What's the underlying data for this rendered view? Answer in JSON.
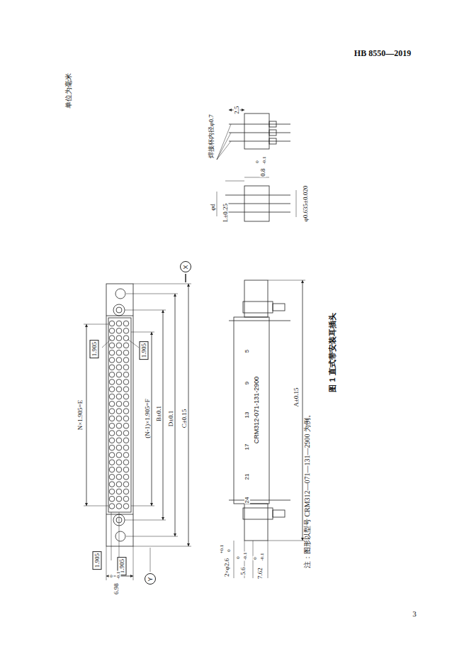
{
  "diagram": {
    "caption": "图 1 直式带安装耳插头",
    "nodes": [
      {
        "text": [
          "X"
        ]
      },
      {
        "text": [
          "Y"
        ]
      }
    ],
    "labels": [
      "HB 8550—2019",
      "单位为毫米",
      "焊接杯内径φ0.7",
      "2.5",
      "0.8",
      "0",
      "-0.1",
      "φd",
      "L±0.25",
      "φ0.635±0.020",
      "1.905",
      "N×1.905=E",
      "1.905",
      "(N-1)×1.905=F",
      "B±0.1",
      "D±0.1",
      "C±0.15",
      "1.905",
      "1.905",
      "6.98",
      "0",
      "-0.1",
      "5",
      "9",
      "13",
      "17",
      "21",
      "24",
      "CRM312-071-131-2900",
      "A±0.15",
      "2×φ2.6",
      "+0.1",
      "0",
      "5.6",
      "0",
      "-0.1",
      "7.62",
      "0",
      "-0.1",
      "注：图形以型号 CRM312—071—131—2900 为例。",
      "3"
    ]
  }
}
